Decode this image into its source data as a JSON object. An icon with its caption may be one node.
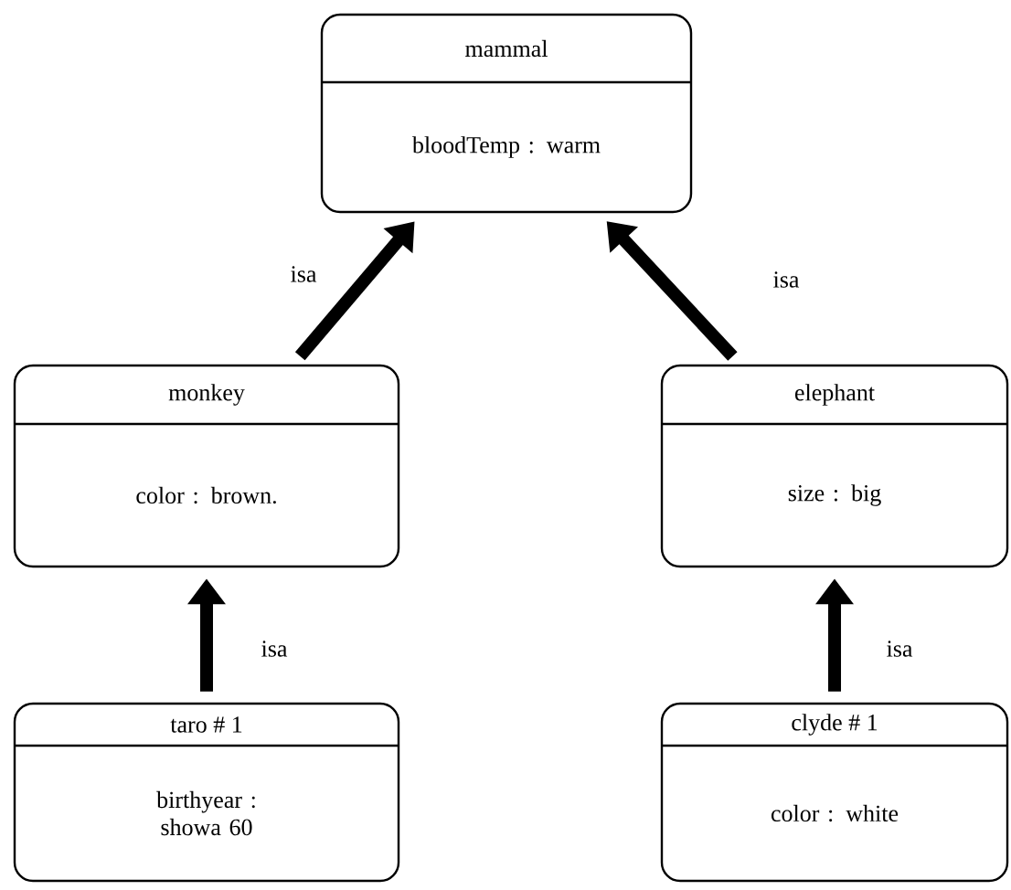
{
  "diagram": {
    "nodes": [
      {
        "text": [
          "mammal",
          "bloodTemp : warm"
        ]
      },
      {
        "text": [
          "monkey",
          "color : brown."
        ]
      },
      {
        "text": [
          "elephant",
          "size : big"
        ]
      },
      {
        "text": [
          "taro # 1",
          "birthyear : showa 60"
        ]
      },
      {
        "text": [
          "clyde # 1",
          "color : white"
        ]
      }
    ],
    "edges": [
      {
        "from": 1,
        "to": 0,
        "arrow": "to",
        "label": "isa"
      },
      {
        "from": 2,
        "to": 0,
        "arrow": "to",
        "label": "isa"
      },
      {
        "from": 3,
        "to": 1,
        "arrow": "to",
        "label": "isa"
      },
      {
        "from": 4,
        "to": 2,
        "arrow": "to",
        "label": "isa"
      }
    ]
  }
}
